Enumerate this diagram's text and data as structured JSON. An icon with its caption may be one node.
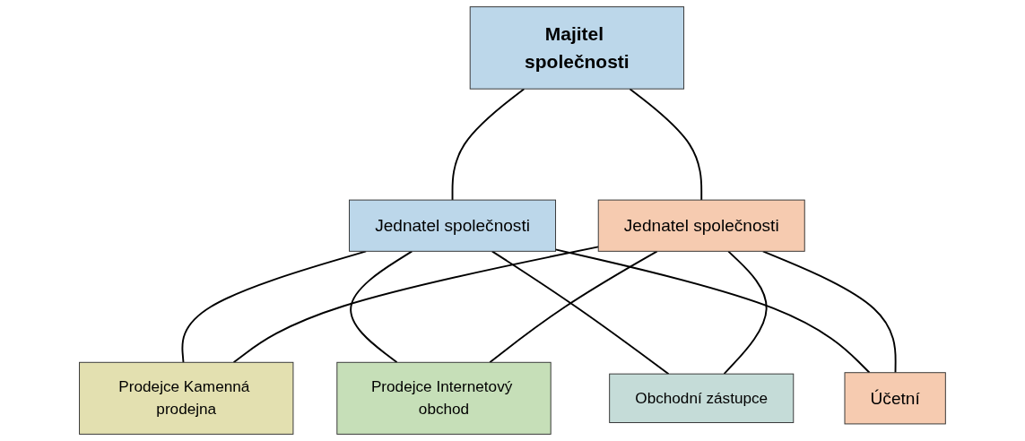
{
  "diagram": {
    "nodes": [
      {
        "text": [
          "Majitel společnosti"
        ]
      },
      {
        "text": [
          "Jednatel společnosti"
        ]
      },
      {
        "text": [
          "Jednatel společnosti"
        ]
      },
      {
        "text": [
          "Prodejce Kamenná prodejna"
        ]
      },
      {
        "text": [
          "Prodejce Internetový obchod"
        ]
      },
      {
        "text": [
          "Obchodní zástupce"
        ]
      },
      {
        "text": [
          "Účetní"
        ]
      }
    ],
    "edges": [
      {
        "from": 0,
        "to": 1,
        "arrow": "none"
      },
      {
        "from": 0,
        "to": 2,
        "arrow": "none"
      },
      {
        "from": 1,
        "to": 3,
        "arrow": "none"
      },
      {
        "from": 1,
        "to": 4,
        "arrow": "none"
      },
      {
        "from": 1,
        "to": 5,
        "arrow": "none"
      },
      {
        "from": 1,
        "to": 6,
        "arrow": "none"
      },
      {
        "from": 2,
        "to": 3,
        "arrow": "none"
      },
      {
        "from": 2,
        "to": 4,
        "arrow": "none"
      },
      {
        "from": 2,
        "to": 5,
        "arrow": "none"
      },
      {
        "from": 2,
        "to": 6,
        "arrow": "none"
      }
    ]
  }
}
